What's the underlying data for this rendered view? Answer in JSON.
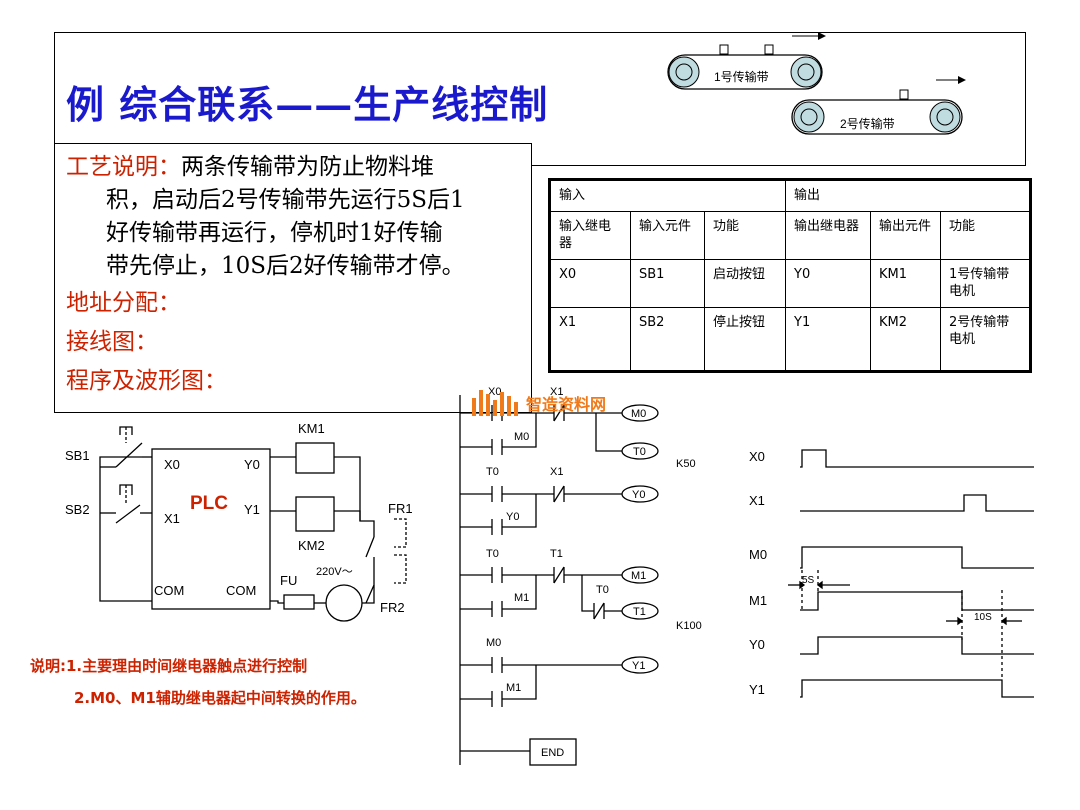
{
  "title": "例  综合联系——生产线控制",
  "description": {
    "label": "工艺说明：",
    "lines": [
      "两条传输带为防止物料堆",
      "积，启动后2号传输带先运行5S后1",
      "好传输带再运行，停机时1好传输",
      "带先停止，10S后2好传输带才停。"
    ],
    "address": "地址分配：",
    "wiring": "接线图：",
    "program": "程序及波形图："
  },
  "belts": {
    "belt1": "1号传输带",
    "belt2": "2号传输带"
  },
  "io_table": {
    "input_header": "输入",
    "output_header": "输出",
    "columns": [
      "输入继电器",
      "输入元件",
      "功能",
      "输出继电器",
      "输出元件",
      "功能"
    ],
    "rows": [
      [
        "X0",
        "SB1",
        "启动按钮",
        "Y0",
        "KM1",
        "1号传输带电机"
      ],
      [
        "X1",
        "SB2",
        "停止按钮",
        "Y1",
        "KM2",
        "2号传输带电机"
      ]
    ]
  },
  "wiring": {
    "sb1": "SB1",
    "sb2": "SB2",
    "plc": "PLC",
    "x0": "X0",
    "x1": "X1",
    "y0": "Y0",
    "y1": "Y1",
    "com1": "COM",
    "com2": "COM",
    "km1": "KM1",
    "km2": "KM2",
    "fr1": "FR1",
    "fr2": "FR2",
    "fu": "FU",
    "voltage": "220V～"
  },
  "ladder": {
    "x0": "X0",
    "x1": "X1",
    "m0": "M0",
    "t0": "T0",
    "k50": "K50",
    "y0": "Y0",
    "t1": "T1",
    "m1": "M1",
    "k100": "K100",
    "y1": "Y1",
    "end": "END"
  },
  "waveform": {
    "signals": [
      "X0",
      "X1",
      "M0",
      "M1",
      "Y0",
      "Y1"
    ],
    "delay1": "5S",
    "delay2": "10S"
  },
  "notes": {
    "note1": "说明:1.主要理由时间继电器触点进行控制",
    "note2": "2.M0、M1辅助继电器起中间转换的作用。"
  },
  "logo_text": "智造资料网",
  "colors": {
    "title": "#1a1acc",
    "accent_red": "#cc2200",
    "belt_fill": "#c0dce0",
    "logo": "#f07a1a"
  }
}
